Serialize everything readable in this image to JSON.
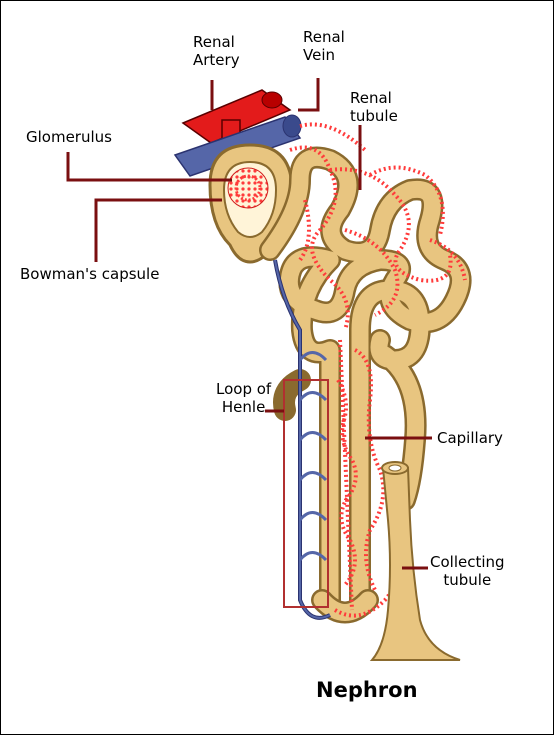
{
  "title": "Nephron",
  "labels": {
    "renal_artery_line1": "Renal",
    "renal_artery_line2": "Artery",
    "renal_vein_line1": "Renal",
    "renal_vein_line2": "Vein",
    "renal_tubule_line1": "Renal",
    "renal_tubule_line2": "tubule",
    "glomerulus": "Glomerulus",
    "bowmans_capsule": "Bowman's capsule",
    "loop_of_henle_line1": "Loop of",
    "loop_of_henle_line2": "Henle",
    "capillary": "Capillary",
    "collecting_tubule_line1": "Collecting",
    "collecting_tubule_line2": "tubule"
  },
  "colors": {
    "tubule": "#e8c580",
    "tubule_outline": "#8a6a2e",
    "artery": "#e31b1b",
    "vein": "#5566a8",
    "capillary": "#ff3b3b",
    "leader": "#7a0f10"
  }
}
